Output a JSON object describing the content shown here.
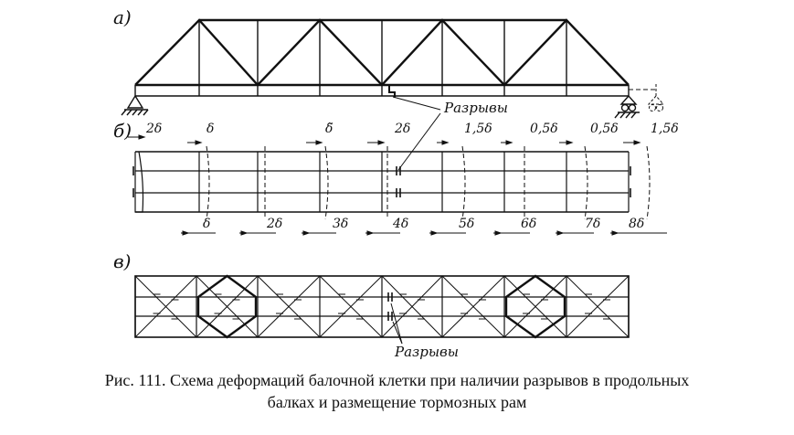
{
  "panels": {
    "a": "а)",
    "b": "б)",
    "c": "в)"
  },
  "labels": {
    "breaks": "Разрывы"
  },
  "dims_top": [
    "2δ",
    "δ",
    "δ̃",
    "2δ",
    "1,5δ",
    "0,5δ",
    "0,5δ",
    "1,5δ"
  ],
  "dims_bottom": [
    "δ",
    "2δ",
    "3δ",
    "4δ",
    "5δ",
    "6δ",
    "7δ",
    "8δ"
  ],
  "caption": {
    "line1": "Рис. 111. Схема  деформаций балочной  клетки при наличии  разрывов  в продольных",
    "line2": "балках и размещение тормозных рам"
  }
}
